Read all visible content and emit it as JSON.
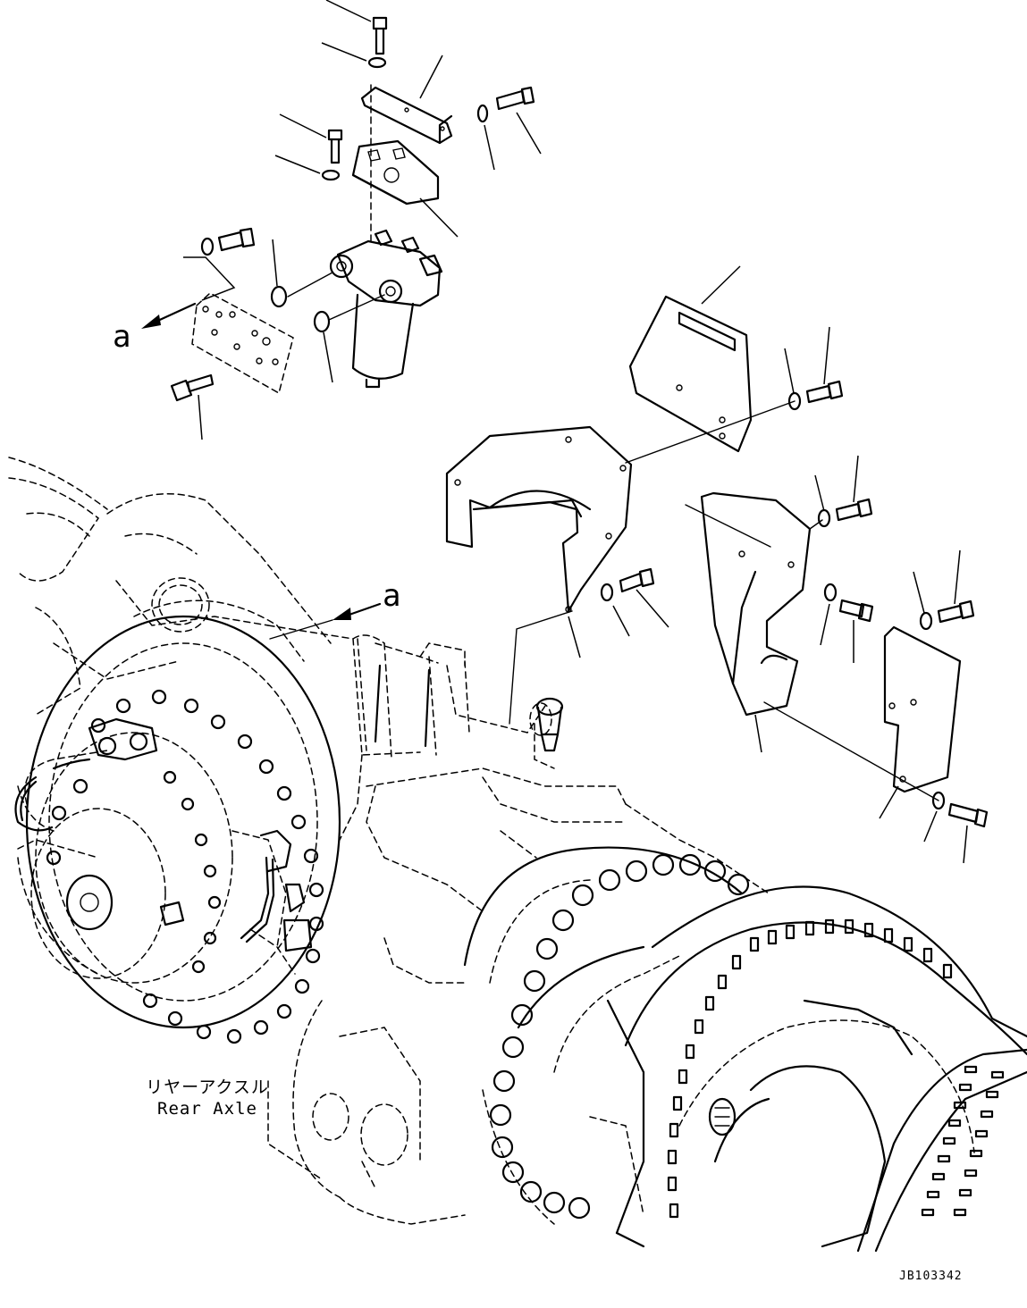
{
  "diagram": {
    "callouts": [
      {
        "id": "a-upper",
        "text": "a"
      },
      {
        "id": "a-lower",
        "text": "a"
      }
    ],
    "caption": {
      "japanese": "リヤーアクスル",
      "english": "Rear Axle"
    },
    "figure_id": "JB103342"
  }
}
